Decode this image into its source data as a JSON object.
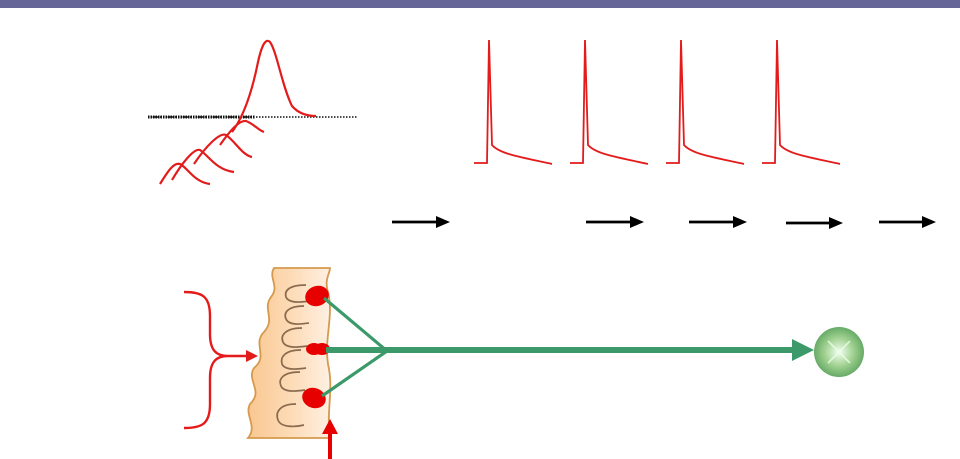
{
  "colors": {
    "top_bar": "#666699",
    "potential_trace": "#e31b1b",
    "threshold_line": "#111111",
    "arrow": "#000000",
    "tissue_fill": "#fbd2ab",
    "tissue_light": "#fde7d2",
    "tissue_outline": "#d59a4e",
    "receptor": "#e60000",
    "axon": "#3c9a6a",
    "target_cell": "#67b96a",
    "stimulus_arrow": "#e60000",
    "brace": "#e31b1b"
  },
  "diagram": {
    "graded_potentials": {
      "count": 4,
      "threshold_line": "dashed"
    },
    "action_potentials": {
      "count": 4
    },
    "propagation_arrows": {
      "count": 5
    },
    "receptor_tissue": {
      "folds": 6,
      "receptors": 3
    },
    "neuron_branches": 3,
    "icons": {
      "brace": "curly-brace-icon",
      "stimulus": "up-arrow-icon",
      "target": "target-cell-icon"
    }
  }
}
